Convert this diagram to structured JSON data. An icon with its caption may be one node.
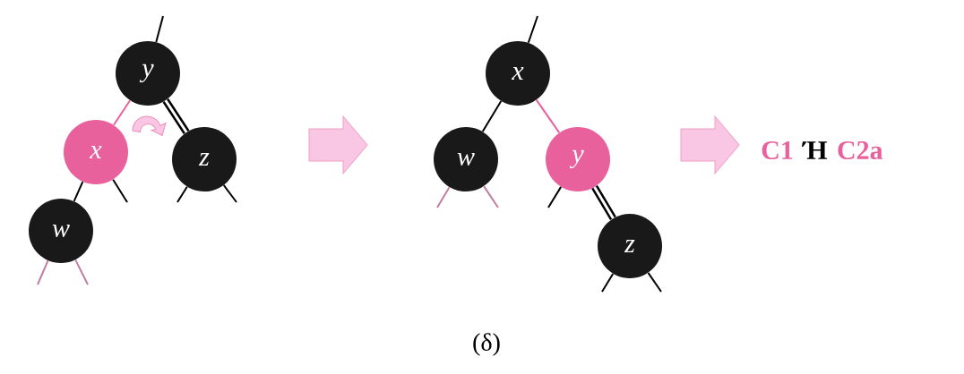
{
  "diagram": {
    "nodes": [
      {
        "text": [
          "y"
        ]
      },
      {
        "text": [
          "x"
        ]
      },
      {
        "text": [
          "z"
        ]
      },
      {
        "text": [
          "w"
        ]
      },
      {
        "text": [
          "x"
        ]
      },
      {
        "text": [
          "w"
        ]
      },
      {
        "text": [
          "y"
        ]
      },
      {
        "text": [
          "z"
        ]
      }
    ],
    "edges": [
      {
        "from": null,
        "to": 0,
        "arrow": "none"
      },
      {
        "from": 0,
        "to": 1,
        "arrow": "none",
        "color": "#e8609c"
      },
      {
        "from": 0,
        "to": 2,
        "arrow": "none",
        "style": "thick"
      },
      {
        "from": 1,
        "to": 3,
        "arrow": "none"
      },
      {
        "from": 1,
        "to": null,
        "arrow": "none"
      },
      {
        "from": 2,
        "to": null,
        "arrow": "none"
      },
      {
        "from": 2,
        "to": null,
        "arrow": "none"
      },
      {
        "from": 3,
        "to": null,
        "arrow": "none",
        "color": "#c07ea0"
      },
      {
        "from": 3,
        "to": null,
        "arrow": "none",
        "color": "#c07ea0"
      },
      {
        "from": null,
        "to": 4,
        "arrow": "none"
      },
      {
        "from": 4,
        "to": 5,
        "arrow": "none"
      },
      {
        "from": 4,
        "to": 6,
        "arrow": "none",
        "color": "#e8609c"
      },
      {
        "from": 5,
        "to": null,
        "arrow": "none",
        "color": "#c07ea0"
      },
      {
        "from": 5,
        "to": null,
        "arrow": "none",
        "color": "#c07ea0"
      },
      {
        "from": 6,
        "to": null,
        "arrow": "none"
      },
      {
        "from": 6,
        "to": 7,
        "arrow": "none",
        "style": "thick"
      },
      {
        "from": 7,
        "to": null,
        "arrow": "none"
      },
      {
        "from": 7,
        "to": null,
        "arrow": "none"
      }
    ],
    "labels": [
      "C1",
      "Ή",
      "C2a",
      "(δ)"
    ]
  }
}
